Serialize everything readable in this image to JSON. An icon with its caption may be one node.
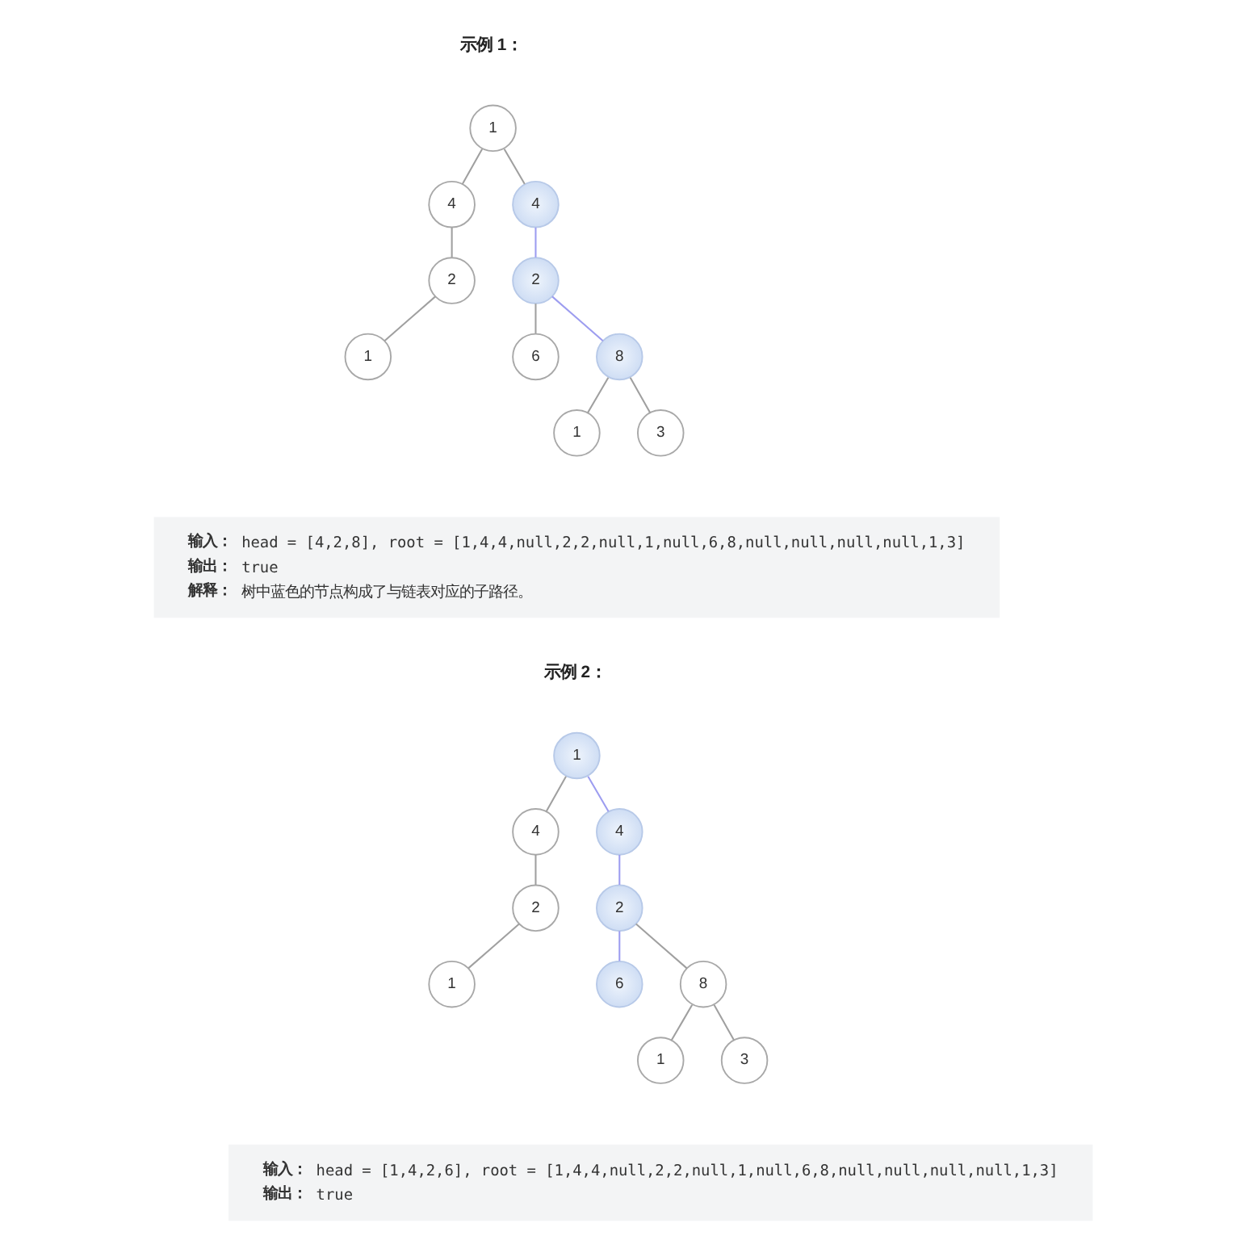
{
  "diagram": {
    "nodes": [
      {
        "text": [
          "1"
        ]
      },
      {
        "text": [
          "4"
        ]
      },
      {
        "text": [
          "4"
        ]
      },
      {
        "text": [
          "2"
        ]
      },
      {
        "text": [
          "2"
        ]
      },
      {
        "text": [
          "1"
        ]
      },
      {
        "text": [
          "6"
        ]
      },
      {
        "text": [
          "8"
        ]
      },
      {
        "text": [
          "1"
        ]
      },
      {
        "text": [
          "3"
        ]
      },
      {
        "text": [
          "输入：",
          "head = [4,2,8], root = [1,4,4,null,2,2,null,1,null,6,8,null,null,null,null,1,3]",
          "输出：",
          "true",
          "解释：",
          "树中蓝色的节点构成了与链表对应的子路径。"
        ]
      },
      {
        "text": [
          "1"
        ]
      },
      {
        "text": [
          "4"
        ]
      },
      {
        "text": [
          "4"
        ]
      },
      {
        "text": [
          "2"
        ]
      },
      {
        "text": [
          "2"
        ]
      },
      {
        "text": [
          "1"
        ]
      },
      {
        "text": [
          "6"
        ]
      },
      {
        "text": [
          "8"
        ]
      },
      {
        "text": [
          "1"
        ]
      },
      {
        "text": [
          "3"
        ]
      },
      {
        "text": [
          "输入：",
          "head = [1,4,2,6], root = [1,4,4,null,2,2,null,1,null,6,8,null,null,null,null,1,3]",
          "输出：",
          "true"
        ]
      }
    ],
    "edges": [
      {
        "from": 0,
        "to": 1,
        "arrow": "none"
      },
      {
        "from": 0,
        "to": 2,
        "arrow": "none"
      },
      {
        "from": 1,
        "to": 3,
        "arrow": "none"
      },
      {
        "from": 2,
        "to": 4,
        "arrow": "none",
        "color": "#9d9df0"
      },
      {
        "from": 3,
        "to": 5,
        "arrow": "none"
      },
      {
        "from": 4,
        "to": 6,
        "arrow": "none"
      },
      {
        "from": 4,
        "to": 7,
        "arrow": "none",
        "color": "#9d9df0"
      },
      {
        "from": 7,
        "to": 8,
        "arrow": "none"
      },
      {
        "from": 7,
        "to": 9,
        "arrow": "none"
      },
      {
        "from": 11,
        "to": 12,
        "arrow": "none"
      },
      {
        "from": 11,
        "to": 13,
        "arrow": "none",
        "color": "#9d9df0"
      },
      {
        "from": 12,
        "to": 14,
        "arrow": "none"
      },
      {
        "from": 13,
        "to": 15,
        "arrow": "none",
        "color": "#9d9df0"
      },
      {
        "from": 14,
        "to": 16,
        "arrow": "none"
      },
      {
        "from": 15,
        "to": 17,
        "arrow": "none",
        "color": "#9d9df0"
      },
      {
        "from": 15,
        "to": 18,
        "arrow": "none"
      },
      {
        "from": 18,
        "to": 19,
        "arrow": "none"
      },
      {
        "from": 18,
        "to": 20,
        "arrow": "none"
      }
    ],
    "labels": [
      "示例 1：",
      "示例 2："
    ]
  }
}
